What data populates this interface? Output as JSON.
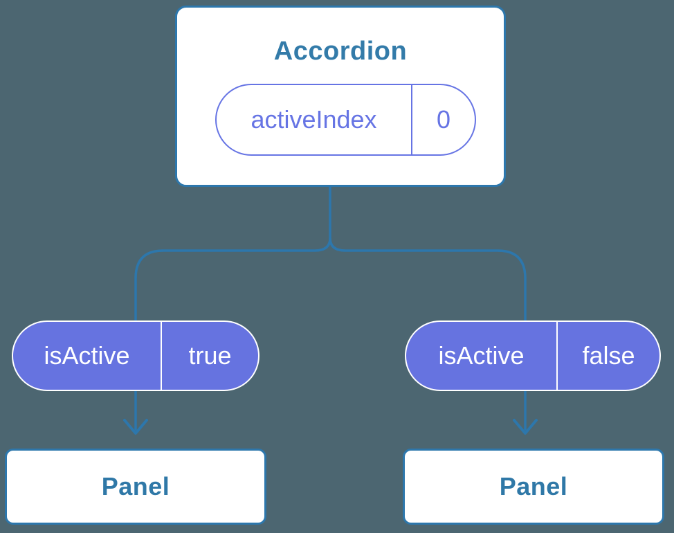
{
  "diagram": {
    "description": "React component tree: Accordion holding activeIndex state passes isActive props to two Panel children",
    "background_color": "#4C6671",
    "connector_color": "#2D77AC",
    "node_text_color": "#337BA9",
    "prop_pill_color": "#6674E4",
    "state_pill_fill": "#6673E0",
    "state_pill_text_color": "#FFFFFF",
    "root": {
      "label": "Accordion",
      "prop_name": "activeIndex",
      "prop_value": "0"
    },
    "children": [
      {
        "prop_name": "isActive",
        "prop_value": "true",
        "label": "Panel"
      },
      {
        "prop_name": "isActive",
        "prop_value": "false",
        "label": "Panel"
      }
    ]
  }
}
